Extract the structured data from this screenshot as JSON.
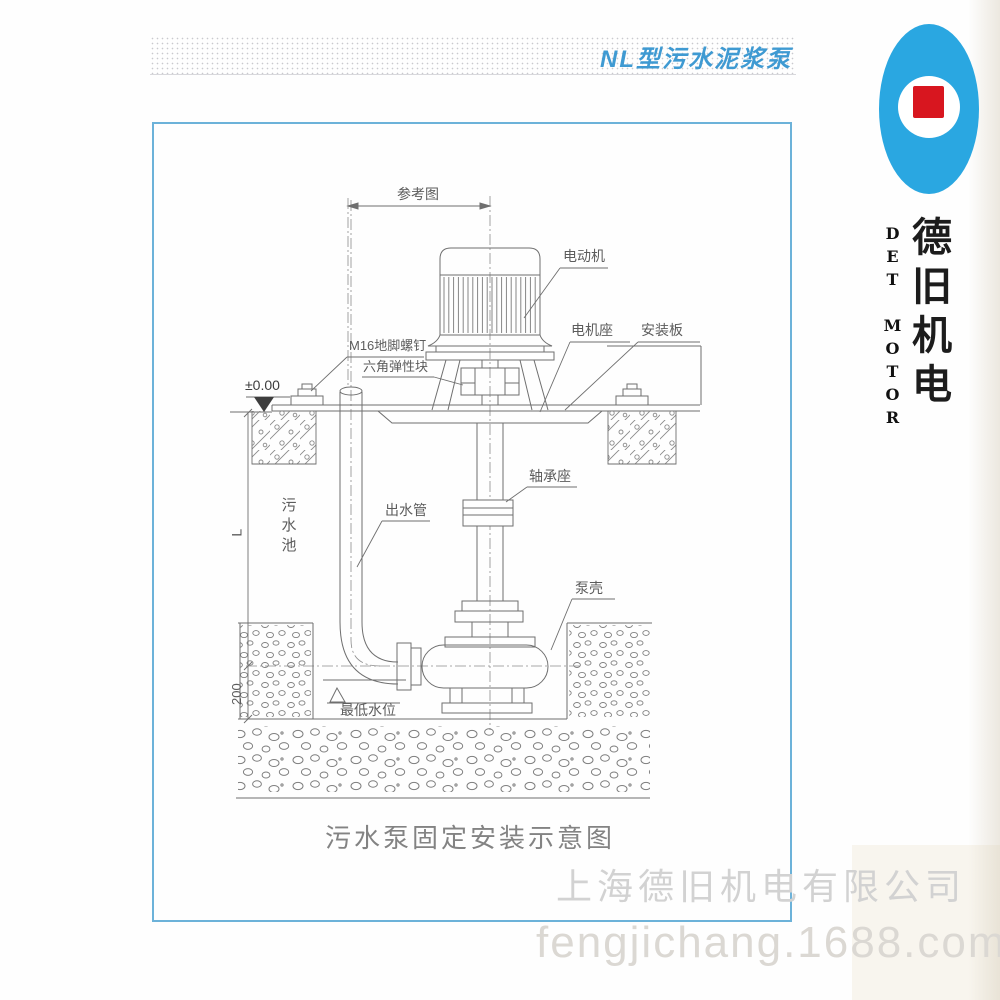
{
  "header": {
    "title": "NL型污水泥浆泵"
  },
  "logo": {
    "brand_cn": "德旧机电",
    "brand_en": "DET MOTOR",
    "ellipse_color": "#2aa7e1",
    "square_color": "#d8161f"
  },
  "diagram": {
    "caption": "污水泵固定安装示意图",
    "labels": {
      "ref": "参考图",
      "motor": "电动机",
      "motor_seat": "电机座",
      "mount_plate": "安装板",
      "anchor_bolt": "M16地脚螺钉",
      "hex_block": "六角弹性块",
      "elevation": "±0.00",
      "bearing": "轴承座",
      "outlet": "出水管",
      "pool": "污水池",
      "dim_l": "L",
      "dim_200": "200",
      "pump_casing": "泵壳",
      "min_level": "最低水位"
    }
  },
  "watermarks": {
    "company": "上海德旧机电有限公司",
    "site": "fengjichang.1688.com"
  }
}
